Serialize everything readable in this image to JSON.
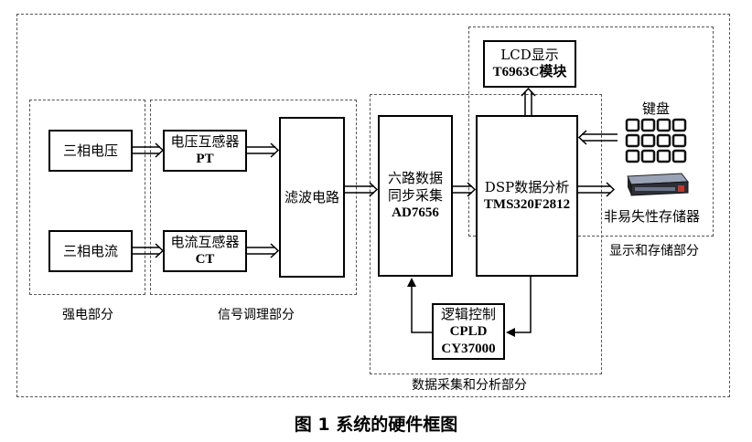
{
  "regions": {
    "strong_power": "强电部分",
    "signal_conditioning": "信号调理部分",
    "acquisition_analysis": "数据采集和分析部分",
    "display_storage": "显示和存储部分"
  },
  "blocks": {
    "three_phase_voltage": "三相电压",
    "three_phase_current": "三相电流",
    "voltage_transformer": {
      "line1": "电压互感器",
      "line2": "PT"
    },
    "current_transformer": {
      "line1": "电流互感器",
      "line2": "CT"
    },
    "filter_circuit": "滤波电路",
    "sync_sampling": {
      "line1": "六路数据",
      "line2": "同步采集",
      "line3": "AD7656"
    },
    "dsp_analysis": {
      "line1": "DSP数据分析",
      "line2": "TMS320F2812"
    },
    "logic_control": {
      "line1": "逻辑控制",
      "line2": "CPLD",
      "line3": "CY37000"
    },
    "lcd_module": {
      "line1": "LCD显示",
      "line2": "T6963C模块"
    }
  },
  "peripherals": {
    "keyboard_label": "键盘",
    "storage_label": "非易失性存储器"
  },
  "caption": "图 1  系统的硬件框图",
  "colors": {
    "line": "#000000",
    "dashed_border": "#555555",
    "background": "#ffffff"
  }
}
